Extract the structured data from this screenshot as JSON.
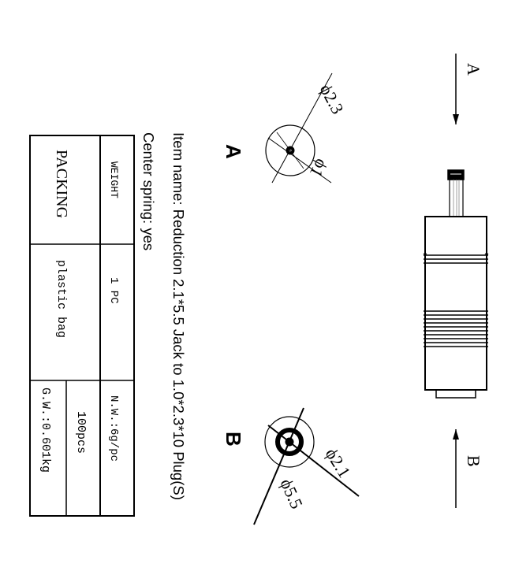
{
  "views": {
    "arrow_a_label": "A",
    "arrow_b_label": "B",
    "view_a_label": "A",
    "view_b_label": "B"
  },
  "dimensions": {
    "a_outer": "ϕ2.3",
    "a_inner": "ϕ1",
    "b_inner": "ϕ2.1",
    "b_outer": "ϕ5.5"
  },
  "info": {
    "item_name": "Item name: Reduction 2.1*5.5 Jack to 1.0*2.3*10 Plug(S)",
    "center_spring": "Center spring: yes"
  },
  "table": {
    "weight_label": "WEIGHT",
    "weight_value": "1 PC",
    "net_weight": "N.W.:6g/pc",
    "packing_label": "PACKING",
    "packing_value": "plastic bag",
    "quantity": "100pcs",
    "gross_weight": "G.W.:0.601kg"
  }
}
